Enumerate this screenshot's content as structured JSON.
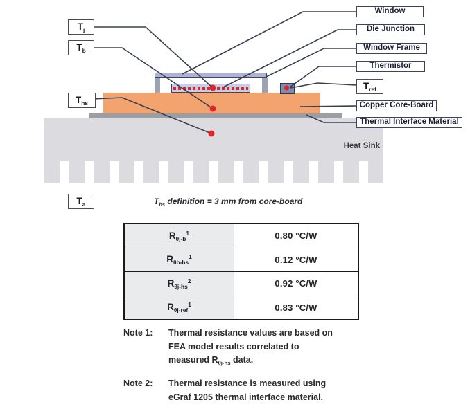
{
  "colors": {
    "board_orange": "#f2a36e",
    "window_lavender": "#afb3d3",
    "die_lavender": "#cbcce0",
    "frame_gray": "#9ea2b2",
    "thermistor_purple": "#8489ae",
    "tim_gray": "#9c9ea1",
    "heatsink_gray": "#dcdce0",
    "marker_red": "#e1232b",
    "leader_line": "#3a3e52"
  },
  "labels": {
    "tj": {
      "base": "T",
      "sub": "j"
    },
    "tb": {
      "base": "T",
      "sub": "b"
    },
    "ths": {
      "base": "T",
      "sub": "hs"
    },
    "ta": {
      "base": "T",
      "sub": "a"
    },
    "tref": {
      "base": "T",
      "sub": "ref"
    },
    "window": "Window",
    "die_junction": "Die Junction",
    "window_frame": "Window Frame",
    "thermistor": "Thermistor",
    "copper_core_board": "Copper Core-Board",
    "thermal_interface_material": "Thermal Interface Material",
    "heat_sink": "Heat Sink"
  },
  "caption": {
    "base": "T",
    "sub": "hs",
    "rest": " definition = 3 mm from core-board"
  },
  "table": {
    "rows": [
      {
        "base": "R",
        "sub": "θj-b",
        "sup": "1",
        "value": "0.80 °C/W"
      },
      {
        "base": "R",
        "sub": "θb-hs",
        "sup": "1",
        "value": "0.12 °C/W"
      },
      {
        "base": "R",
        "sub": "θj-hs",
        "sup": "2",
        "value": "0.92 °C/W"
      },
      {
        "base": "R",
        "sub": "θj-ref",
        "sup": "1",
        "value": "0.83 °C/W"
      }
    ]
  },
  "notes": [
    {
      "label": "Note 1:",
      "line1": "Thermal resistance values are based on",
      "line2": "FEA model results correlated to",
      "line3_pre": "measured R",
      "line3_sub": "θj-hs",
      "line3_post": " data."
    },
    {
      "label": "Note 2:",
      "line1": "Thermal resistance is measured using",
      "line2": "eGraf 1205 thermal interface material."
    }
  ]
}
